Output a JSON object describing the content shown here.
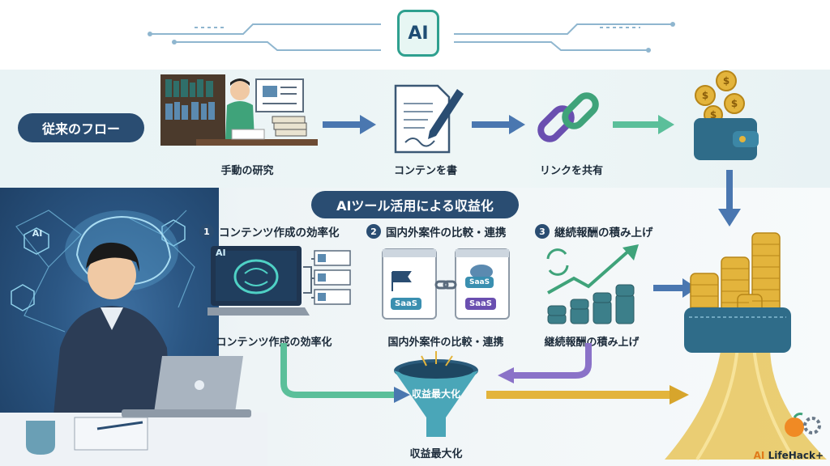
{
  "header": {
    "chip_label": "AI"
  },
  "traditional_flow": {
    "label": "従来のフロー",
    "steps": [
      {
        "caption": "手動の研究",
        "icon": "person-researching-icon"
      },
      {
        "caption": "コンテンを書",
        "icon": "document-pen-icon"
      },
      {
        "caption": "リンクを共有",
        "icon": "chain-link-icon"
      }
    ],
    "result_icon": "wallet-coins-icon"
  },
  "ai_flow": {
    "label": "AIツール活用による収益化",
    "sections": [
      {
        "number": "1",
        "title": "コンテンツ作成の効率化",
        "caption": "コンテンツ作成の効率化",
        "icon": "ai-laptop-icon"
      },
      {
        "number": "2",
        "title": "国内外案件の比較・連携",
        "caption": "国内外案件の比較・連携",
        "icon": "saas-compare-icon",
        "tags": [
          "SaaS",
          "SaaS",
          "SaaS"
        ]
      },
      {
        "number": "3",
        "title": "継続報酬の積み上げ",
        "caption": "継続報酬の積み上げ",
        "icon": "rising-coins-icon"
      }
    ],
    "funnel_label": "収益最大化",
    "funnel_caption": "収益最大化",
    "side_icon_label": "AI"
  },
  "brand": {
    "prefix": "AI",
    "name": " LifeHack+"
  },
  "colors": {
    "navy": "#2a4d72",
    "teal": "#2fa08f",
    "gold": "#e3b43c",
    "arrow_blue": "#4a77b0",
    "arrow_green": "#5bbf9a"
  }
}
